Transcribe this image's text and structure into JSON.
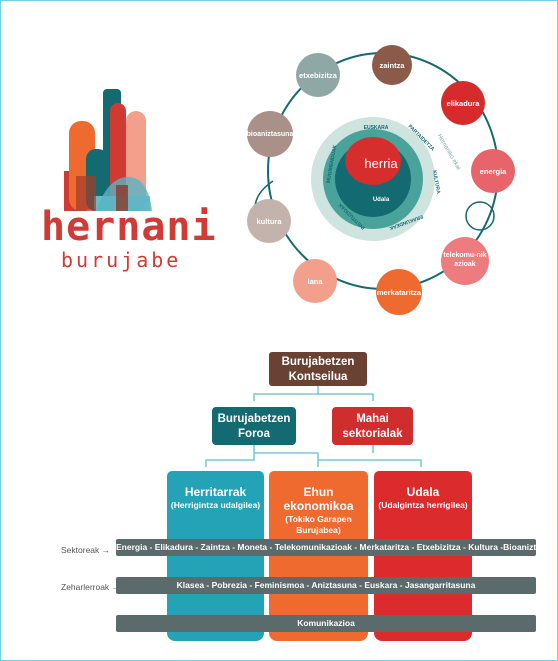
{
  "logo": {
    "title": "hernani",
    "subtitle": "burujabe"
  },
  "circle": {
    "center": "herria",
    "inner_core": "Udala",
    "ring_segments": [
      "EUSKARA",
      "PARTAIDETZA",
      "MUGIMENDUAK",
      "KULTURA",
      "INSTITUZIOAK",
      "ERAKUNDEAK"
    ],
    "side_note": "Hernaniko ekai",
    "outer_items": [
      "zaintza",
      "elikadura",
      "energia",
      "telekomu-nikazioak",
      "merkataritza",
      "lana",
      "kultura",
      "bioaniztasuna",
      "etxebizitza"
    ]
  },
  "org": {
    "top_line1": "Burujabetzen",
    "top_line2": "Kontseilua",
    "foroa_line1": "Burujabetzen",
    "foroa_line2": "Foroa",
    "mahai_line1": "Mahai",
    "mahai_line2": "sektorialak",
    "col_a_title": "Herritarrak",
    "col_a_sub": "(Herrigintza udalgilea)",
    "col_b_title": "Ehun ekonomikoa",
    "col_b_sub1": "(Tokiko Garapen",
    "col_b_sub2": "Burujabea)",
    "col_c_title": "Udala",
    "col_c_sub": "(Udalgintza herrigilea)",
    "label_sektoreak": "Sektoreak →",
    "label_zeharlerroak": "Zeharlerroak →",
    "bar_sektoreak": "Energia  - Elikadura - Zaintza - Moneta - Telekomunikazioak - Merkataritza - Etxebizitza - Kultura -Bioaniztasuna",
    "bar_zeharlerroak": "Klasea - Pobrezia - Feminismoa - Aniztasuna - Euskara - Jasangarritasuna",
    "bar_komunikazioa": "Komunikazioa"
  },
  "colors": {
    "teal_dark": "#136a70",
    "red": "#cf2e2e",
    "brown": "#6a4234",
    "orange": "#ef6a2f",
    "cyan": "#23a3b5",
    "grey_bar": "#5b6a6b",
    "border": "#6fd3e4"
  }
}
